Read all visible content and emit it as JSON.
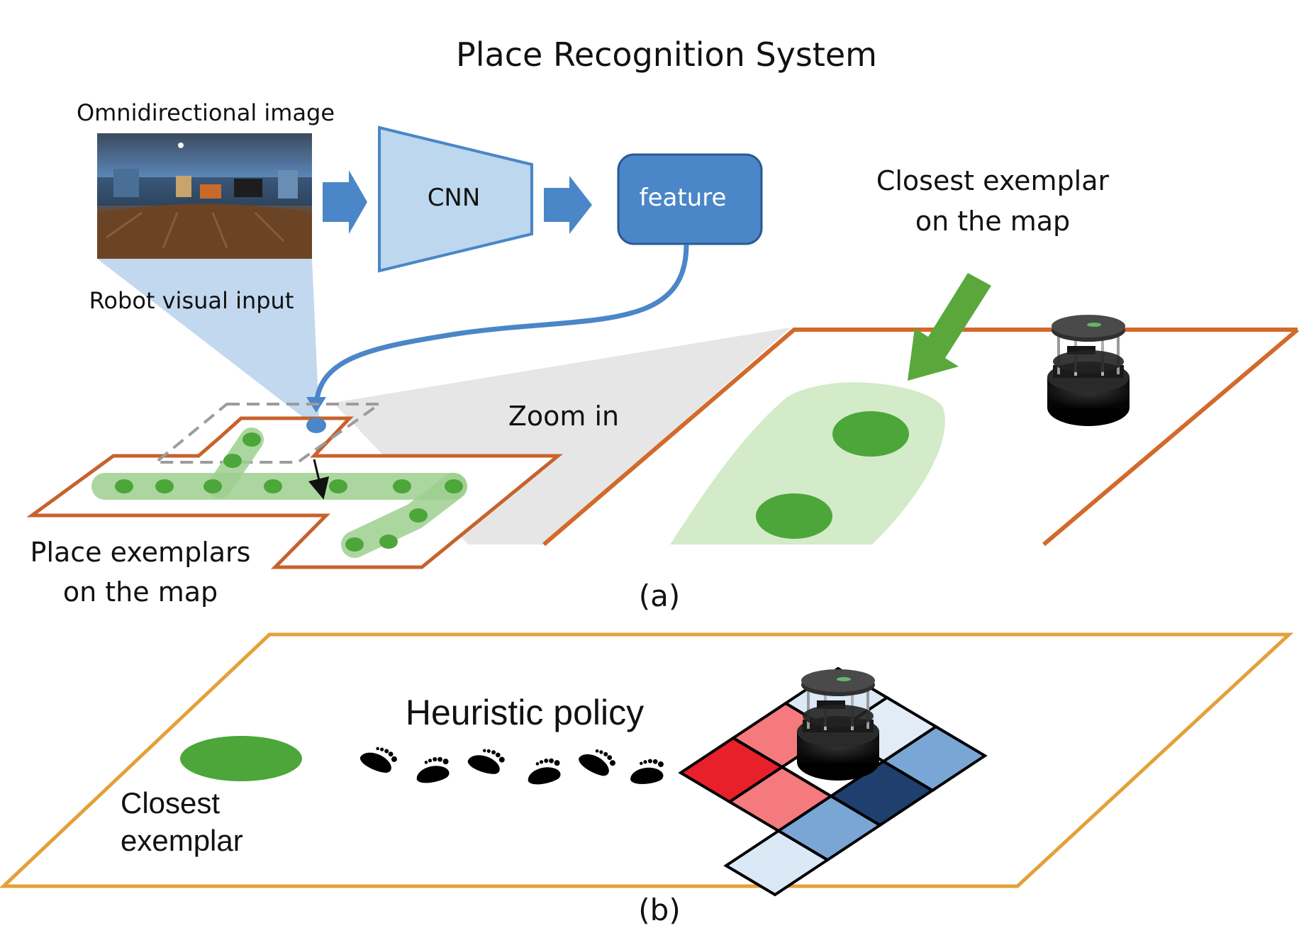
{
  "title": "Place Recognition System",
  "panel_a": {
    "omni_label": "Omnidirectional image",
    "cnn_label": "CNN",
    "feature_label": "feature",
    "robot_input_label": "Robot visual input",
    "zoom_label": "Zoom in",
    "closest_map_line1": "Closest exemplar",
    "closest_map_line2": "on the map",
    "exemplars_line1": "Place exemplars",
    "exemplars_line2": "on the map",
    "caption": "(a)"
  },
  "panel_b": {
    "policy_label": "Heuristic policy",
    "closest_line1": "Closest",
    "closest_line2": "exemplar",
    "caption": "(b)"
  },
  "colors": {
    "blue_arrow": "#4a86c8",
    "cnn_fill": "#bdd7ee",
    "cnn_stroke": "#4a86c8",
    "feature_fill": "#4a86c8",
    "orange_border": "#d26a2c",
    "orange_border_b": "#e3a13a",
    "exemplar_green": "#4ca63a",
    "light_green": "#cfe9c4",
    "red_cell": "#e8202a",
    "pink_cell": "#f47a7e",
    "dark_blue_cell": "#1f3f6e",
    "mid_blue_cell": "#7aa6d6",
    "light_blue_cell": "#dbe8f6"
  },
  "icons": [
    "robot-icon",
    "footprint-icon",
    "arrow-icon",
    "panorama-icon"
  ]
}
